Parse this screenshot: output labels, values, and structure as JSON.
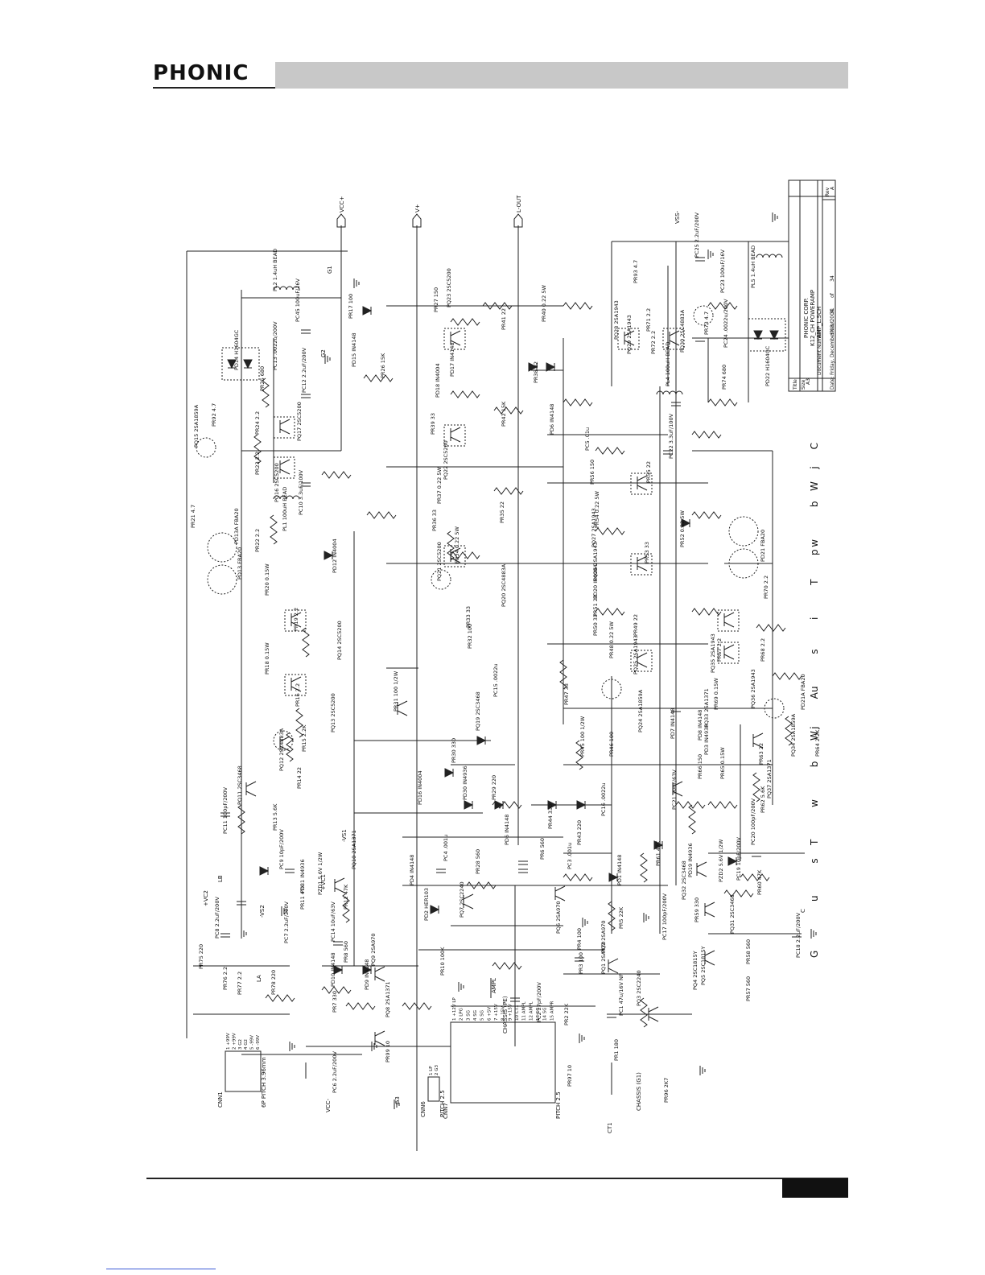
{
  "header": {
    "brand": "PHONIC"
  },
  "title_block": {
    "title_label": "Title",
    "company": "PHONIC CORP.",
    "title": "K12_CH POWERAMP",
    "size_label": "Size",
    "size": "A3",
    "doc_label": "Document Number",
    "doc": "AMP_L.SCH",
    "rev_label": "Rev",
    "rev": "A",
    "date_label": "Date:",
    "date": "Friday, December 03, 2004",
    "sheet_label": "Sheet",
    "sheet": "31",
    "of_label": "of",
    "of": "34"
  },
  "rails": [
    {
      "label": "VCC+"
    },
    {
      "label": "V+"
    },
    {
      "label": "L-OUT"
    }
  ],
  "nets": [
    "G1",
    "G2",
    "G3",
    "VSS-",
    "+VC1",
    "-VS1",
    "+VC2",
    "-VS2",
    "VCC-",
    "LA",
    "LB",
    "C",
    "AMPL",
    "CT1",
    "CHASSIS (G1)",
    "CHASSIS (PE)"
  ],
  "components": [
    {
      "label": "PQ15 2SA1859A"
    },
    {
      "label": "PR21 4.7"
    },
    {
      "label": "PD13 FBA20"
    },
    {
      "label": "PD13A FBA20"
    },
    {
      "label": "PR22 2.2"
    },
    {
      "label": "PD14 H1604GC"
    },
    {
      "label": "PR25 680"
    },
    {
      "label": "PC13 .0022u/200V"
    },
    {
      "label": "PL2 1.4uH BEAD"
    },
    {
      "label": "PC45 100uF/16V"
    },
    {
      "label": "PC12 2.2uF/200V"
    },
    {
      "label": "PR92 4.7"
    },
    {
      "label": "PR24 2.2"
    },
    {
      "label": "PQ17 2SC5200"
    },
    {
      "label": "PR23 2.2"
    },
    {
      "label": "PQ16 2SC5200"
    },
    {
      "label": "PC10 3.3uF/100V"
    },
    {
      "label": "PL1 100uH BEAD"
    },
    {
      "label": "PD12 IN4004"
    },
    {
      "label": "PR20 0.15W"
    },
    {
      "label": "PR19 2.2"
    },
    {
      "label": "PQ14 2SC5200"
    },
    {
      "label": "PR18 0.15W"
    },
    {
      "label": "PR16 2.2"
    },
    {
      "label": "PQ13 2SC5200"
    },
    {
      "label": "PR17 100"
    },
    {
      "label": "PD15 IN4148"
    },
    {
      "label": "PR26 15K"
    },
    {
      "label": "PR27 150"
    },
    {
      "label": "PQ23 2SC5200"
    },
    {
      "label": "PR41 22"
    },
    {
      "label": "PR40 0.22 5W"
    },
    {
      "label": "PD18 IN4004"
    },
    {
      "label": "PD17 IN4148"
    },
    {
      "label": "PR38 22"
    },
    {
      "label": "PR39 33"
    },
    {
      "label": "PR42 15K"
    },
    {
      "label": "PQ22 2SC5200"
    },
    {
      "label": "PR37 0.22 5W"
    },
    {
      "label": "PR36 33"
    },
    {
      "label": "PR35 22"
    },
    {
      "label": "PQ21 2SC5200"
    },
    {
      "label": "PR34 0.22 5W"
    },
    {
      "label": "PQ20 2SC4883A"
    },
    {
      "label": "PR33 33"
    },
    {
      "label": "PR32 100"
    },
    {
      "label": "PR31 100 1/2W"
    },
    {
      "label": "PC15 .0022u"
    },
    {
      "label": "PQ19 2SC3468"
    },
    {
      "label": "PR30 330"
    },
    {
      "label": "PD16 IN4004"
    },
    {
      "label": "PD30 IN4936"
    },
    {
      "label": "PR29 220"
    },
    {
      "label": "PD6 IN4148"
    },
    {
      "label": "PD6 IN4148"
    },
    {
      "label": "PC5 .01u"
    },
    {
      "label": "PR56 150"
    },
    {
      "label": "PR55 22"
    },
    {
      "label": "PR54 0.22 5W"
    },
    {
      "label": "PQ27 2SA1943"
    },
    {
      "label": "PR53 33"
    },
    {
      "label": "PR52 0.22 5W"
    },
    {
      "label": "PQ26 2SA1943"
    },
    {
      "label": "PD20 IN4004"
    },
    {
      "label": "PR51 22"
    },
    {
      "label": "PR50 33"
    },
    {
      "label": "PR49 22"
    },
    {
      "label": "PR48 0.22 5W"
    },
    {
      "label": "PQ25 2SA1943"
    },
    {
      "label": "PR47 33"
    },
    {
      "label": "PQ24 2SA1859A"
    },
    {
      "label": "PR46 100"
    },
    {
      "label": "PR45 100 1/2W"
    },
    {
      "label": "PC16 .0022u"
    },
    {
      "label": "PR44 330"
    },
    {
      "label": "PR43 220"
    },
    {
      "label": "PD7 IN4148"
    },
    {
      "label": "PD8 IN4148"
    },
    {
      "label": "PC21 10uF/63V"
    },
    {
      "label": "PR61 47K"
    },
    {
      "label": "PQ33 2SA1371"
    },
    {
      "label": "PD3 IN4936"
    },
    {
      "label": "PR66 150"
    },
    {
      "label": "PR65 0.15W"
    },
    {
      "label": "PQ35 2SA1943"
    },
    {
      "label": "PR67 2.2"
    },
    {
      "label": "PR69 0.15W"
    },
    {
      "label": "PQ36 2SA1943"
    },
    {
      "label": "PR68 2.2"
    },
    {
      "label": "PR70 2.2"
    },
    {
      "label": "PD21 FBA20"
    },
    {
      "label": "PD21A FBA20"
    },
    {
      "label": "PQ34 2SA1859A"
    },
    {
      "label": "PR64 2.2K"
    },
    {
      "label": "PR63 22"
    },
    {
      "label": "PQ37 2SA1371"
    },
    {
      "label": "PR62 5.6K"
    },
    {
      "label": "PC20 100pF/200V"
    },
    {
      "label": "PR60 47K"
    },
    {
      "label": "PC19 10pF/200V"
    },
    {
      "label": "PD19 IN4936"
    },
    {
      "label": "PZD2 5.6V 1/2W"
    },
    {
      "label": "PQ32 2SC3468"
    },
    {
      "label": "PQ31 2SC3468"
    },
    {
      "label": "PR59 330"
    },
    {
      "label": "PC17 100pF/200V"
    },
    {
      "label": "PC18 2.2uF/200V"
    },
    {
      "label": "PR58 560"
    },
    {
      "label": "PQ5 2SC1815Y"
    },
    {
      "label": "PQ4 2SC1815Y"
    },
    {
      "label": "PR57 560"
    },
    {
      "label": "PD1 IN4148"
    },
    {
      "label": "PR5 22K"
    },
    {
      "label": "PQ2 2SA970"
    },
    {
      "label": "PR4 100"
    },
    {
      "label": "PQ1 2SA970"
    },
    {
      "label": "PR3 100"
    },
    {
      "label": "PQ3 2SC2240"
    },
    {
      "label": "PC1 47u/16V NP"
    },
    {
      "label": "PR1 180"
    },
    {
      "label": "PR2 22K"
    },
    {
      "label": "PC2 27pF/200V"
    },
    {
      "label": "PR97 10"
    },
    {
      "label": "PR96 2K7"
    },
    {
      "label": "PQ6 2SA970"
    },
    {
      "label": "PR6 560"
    },
    {
      "label": "PC3 .001u"
    },
    {
      "label": "PQ7 2SC2240"
    },
    {
      "label": "PR28 560"
    },
    {
      "label": "PC4 .001u"
    },
    {
      "label": "PD4 IN4148"
    },
    {
      "label": "PD2 HER103"
    },
    {
      "label": "PR10 100K"
    },
    {
      "label": "PQ9 2SA970"
    },
    {
      "label": "PR8 560"
    },
    {
      "label": "PD10 IN4148"
    },
    {
      "label": "PD9 IN4148"
    },
    {
      "label": "PR7 330"
    },
    {
      "label": "PQ8 2SA1371"
    },
    {
      "label": "PC14 10uF/63V"
    },
    {
      "label": "PR12 47K"
    },
    {
      "label": "PR11 47K"
    },
    {
      "label": "PZD1 5.6V 1/2W"
    },
    {
      "label": "PQ10 2SA1371"
    },
    {
      "label": "PD31 IN4936"
    },
    {
      "label": "PC9 10pF/200V"
    },
    {
      "label": "PR13 5.6K"
    },
    {
      "label": "PQ11 2SC3468"
    },
    {
      "label": "PC11 100pF/200V"
    },
    {
      "label": "PQ12 2SC4883A"
    },
    {
      "label": "PR14 22"
    },
    {
      "label": "PR15 2.2K"
    },
    {
      "label": "PC8 2.2uF/200V"
    },
    {
      "label": "PC7 2.2uF/200V"
    },
    {
      "label": "PR75 220"
    },
    {
      "label": "PR76 2.2"
    },
    {
      "label": "PR77 2.2"
    },
    {
      "label": "PR78 220"
    },
    {
      "label": "PC6 2.2uF/200V"
    },
    {
      "label": "PR99 10"
    },
    {
      "label": "PQ28 2SA1943"
    },
    {
      "label": "PQ29 2SA1943"
    },
    {
      "label": "PR71 2.2"
    },
    {
      "label": "PR72 2.2"
    },
    {
      "label": "PR73 4.7"
    },
    {
      "label": "PR93 4.7"
    },
    {
      "label": "PQ30 2SC4883A"
    },
    {
      "label": "PC24 .0022u/200V"
    },
    {
      "label": "PC23 100uF/16V"
    },
    {
      "label": "PC25 2.2uF/200V"
    },
    {
      "label": "PR74 680"
    },
    {
      "label": "PD22 H1604GC"
    },
    {
      "label": "PL5 1.4uH BEAD"
    },
    {
      "label": "PL4 100uH BEAD"
    },
    {
      "label": "PC22 3.3uF/100V"
    }
  ],
  "connectors": [
    {
      "ref": "CNN1",
      "pitch": "6P PITCH 3.96mm",
      "pins": [
        "1 +99V",
        "2 +99V",
        "3 G2",
        "4 G2",
        "5 -99V",
        "6 -99V"
      ]
    },
    {
      "ref": "CNN6",
      "pitch": "PITCH 2.5",
      "pins": [
        "1 LP",
        "2 G3"
      ]
    },
    {
      "ref": "CNN7",
      "pitch": "PITCH 2.5",
      "pins": [
        "1 +12V LP",
        "2 LPG",
        "3 SG",
        "4 SG",
        "5 SG",
        "6 +5V",
        "7 +15V",
        "8 -15V",
        "9 +15V",
        "10 CT1",
        "11 AMPL",
        "12 AMPL",
        "13 SG",
        "14 SG",
        "15 AMPR"
      ]
    }
  ],
  "watermark": [
    "G",
    "u s",
    "T w b j",
    "W A",
    "u s",
    "i T w b j",
    "p",
    "W C"
  ]
}
